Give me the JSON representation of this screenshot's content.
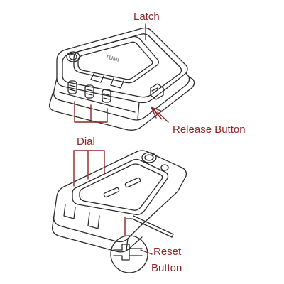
{
  "labels": {
    "latch": "Latch",
    "release_button": "Release Button",
    "dial": "Dial",
    "reset_line1": "Reset",
    "reset_line2": "Button"
  },
  "logo_text": "TUMI",
  "colors": {
    "annotation": "#8e2424",
    "line_art": "#2a2a2a",
    "background": "#ffffff"
  }
}
